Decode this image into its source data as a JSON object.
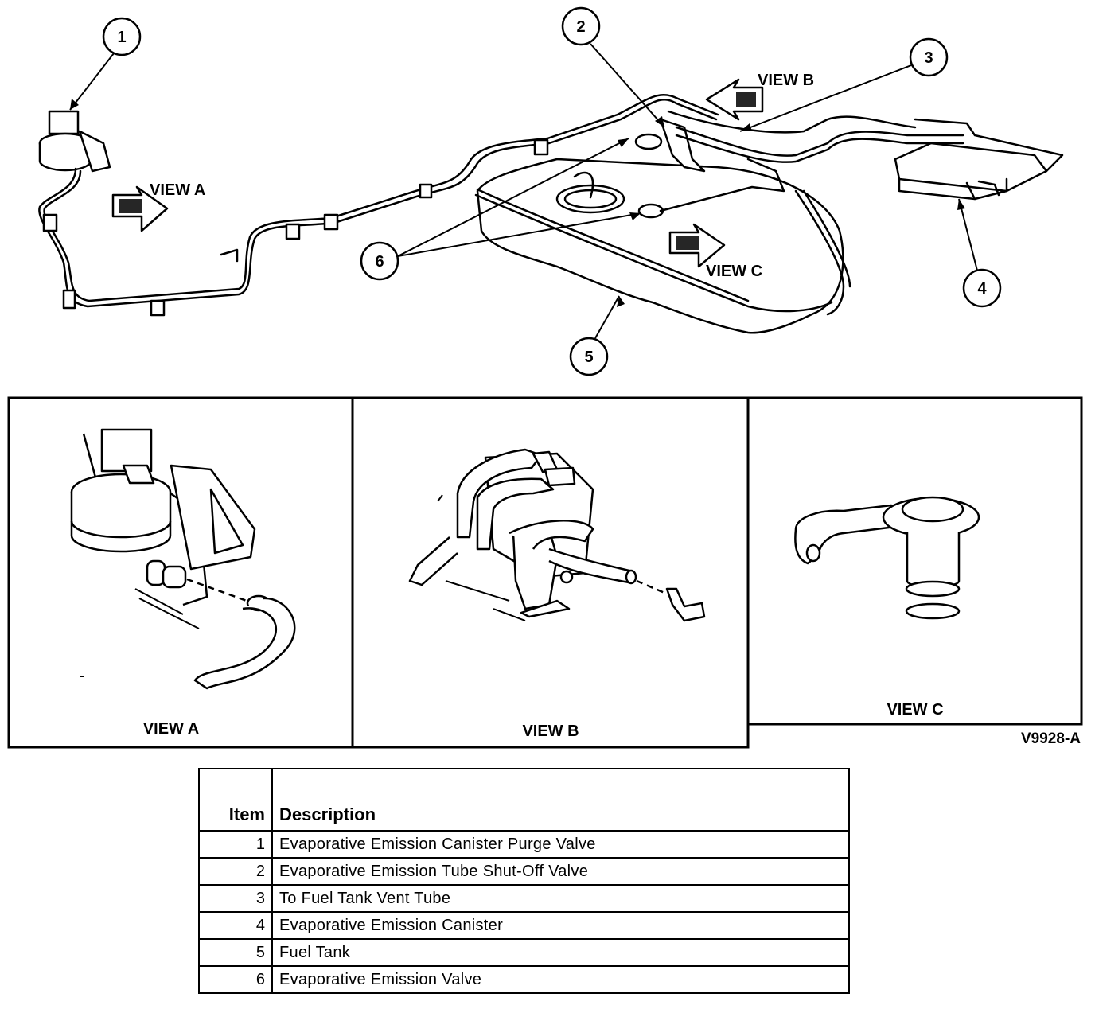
{
  "callouts": [
    "1",
    "2",
    "3",
    "4",
    "5",
    "6"
  ],
  "view_labels": {
    "view_a": "VIEW A",
    "view_b": "VIEW B",
    "view_c": "VIEW C"
  },
  "figure_id": "V9928-A",
  "legend": {
    "header_item": "Item",
    "header_description": "Description",
    "rows": [
      {
        "item": "1",
        "description": "Evaporative Emission Canister Purge Valve"
      },
      {
        "item": "2",
        "description": "Evaporative Emission Tube Shut-Off Valve"
      },
      {
        "item": "3",
        "description": "To Fuel Tank Vent Tube"
      },
      {
        "item": "4",
        "description": "Evaporative Emission Canister"
      },
      {
        "item": "5",
        "description": "Fuel Tank"
      },
      {
        "item": "6",
        "description": "Evaporative Emission Valve"
      }
    ]
  }
}
